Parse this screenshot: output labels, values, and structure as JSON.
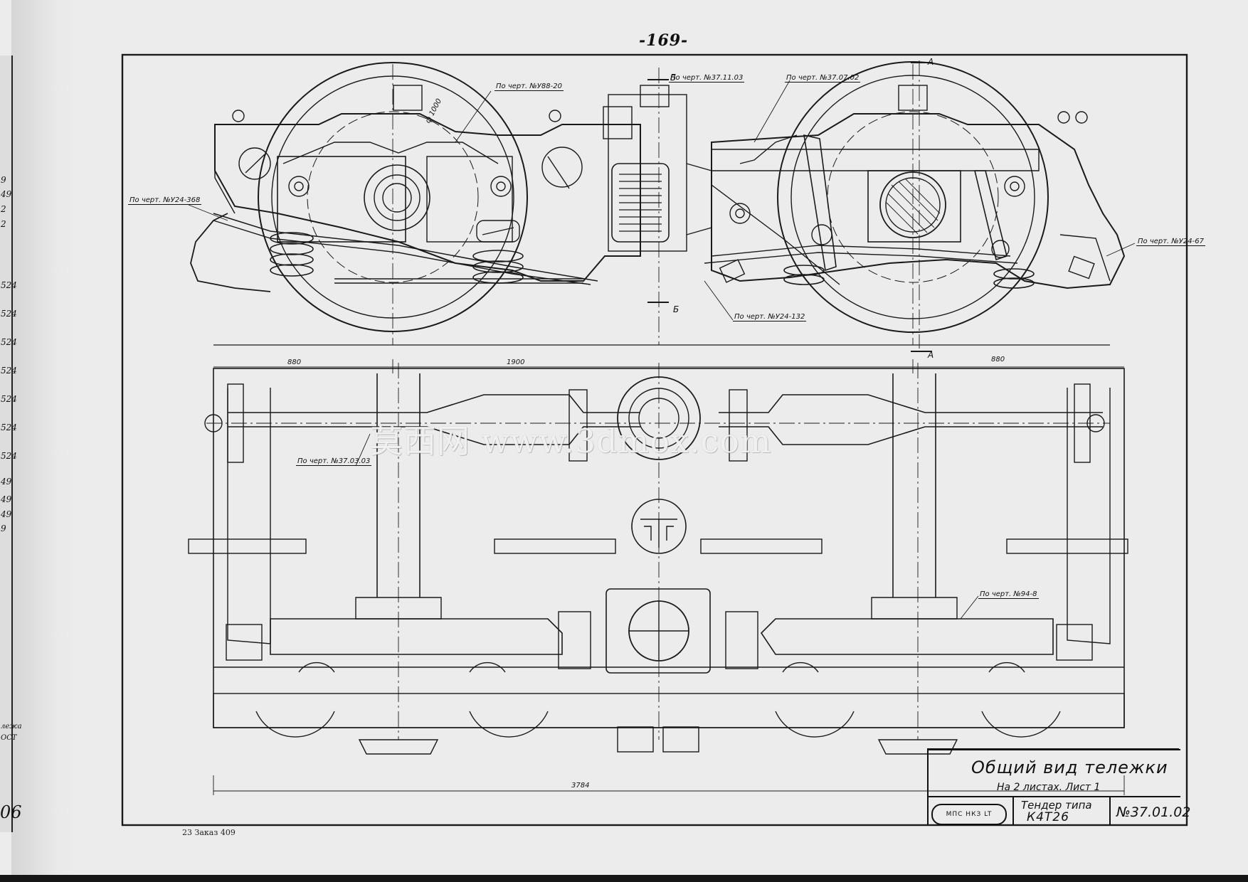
{
  "page": {
    "number": "-169-",
    "footer": "23  Заказ 409",
    "left_margin_labels": [
      "9",
      "49",
      "2",
      "2",
      "524",
      "524",
      "524",
      "524",
      "524",
      "524",
      "524",
      "49",
      "49",
      "49",
      "9",
      "лежа",
      "ОСТ"
    ],
    "left_margin_big": "06"
  },
  "watermark": "莫西网 www.3dmox.com",
  "title_block": {
    "title": "Общий вид тележки",
    "sheets": "На 2 листах. Лист 1",
    "logo": "МПС НКЗ LT",
    "tender_type": "Тендер типа",
    "tender_model": "К4Т26",
    "drawing_no": "№37.01.02"
  },
  "notes": {
    "n1": "По черт. №У88-20",
    "n2": "По черт. №37.11.03",
    "n3": "По черт. №37.07.02",
    "n4": "По черт. №У24-368",
    "n5": "По черт. №У24-67",
    "n6": "По черт. №У24-132",
    "n7": "По черт. №37.03.03",
    "n8": "По черт. №94-8"
  },
  "dimensions": {
    "wheel_diameter": "ф 1000",
    "d_880_left": "880",
    "d_1900": "1900",
    "d_880_right": "880",
    "d_3784": "3784"
  },
  "section_marks": {
    "b_top": "Б",
    "b_bottom": "Б",
    "a_top": "А",
    "a_bottom": "А"
  }
}
